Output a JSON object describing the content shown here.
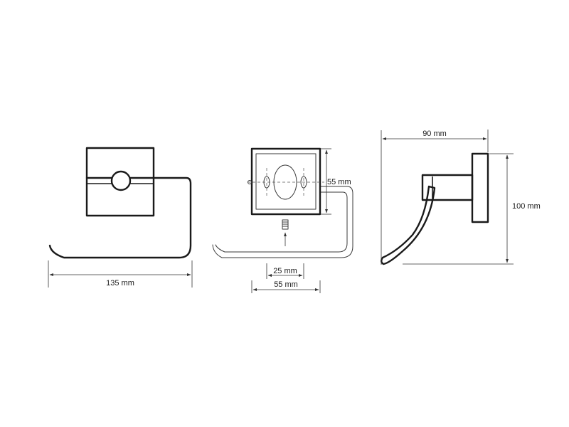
{
  "labels": {
    "front_width": "135 mm",
    "plate_height": "55 mm",
    "hole_spacing": "25 mm",
    "plate_width": "55 mm",
    "side_depth": "90 mm",
    "side_height": "100 mm"
  },
  "colors": {
    "line": "#1a1a1a",
    "dimension": "#333333",
    "background": "#ffffff"
  }
}
